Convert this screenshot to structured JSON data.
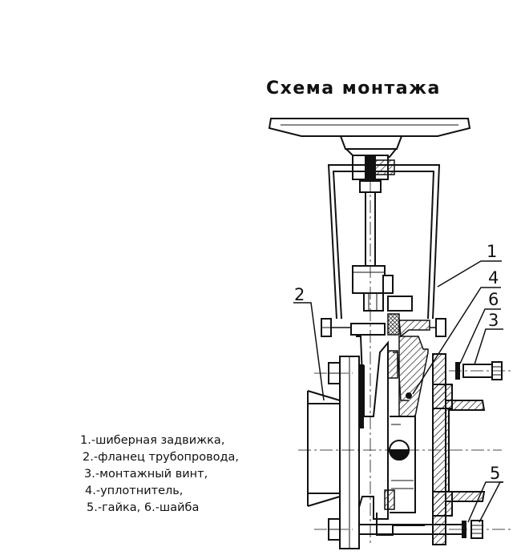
{
  "title": "Схема монтажа",
  "legend": [
    "1.-шиберная задвижка,",
    "2.-фланец трубопровода,",
    "3.-монтажный винт,",
    "4.-уплотнитель,",
    "5.-гайка, 6.-шайба"
  ],
  "callouts": {
    "c1": "1",
    "c2": "2",
    "c3": "3",
    "c4": "4",
    "c5": "5",
    "c6": "6"
  },
  "colors": {
    "ink": "#111111",
    "hatch": "#333333",
    "background": "#ffffff"
  }
}
